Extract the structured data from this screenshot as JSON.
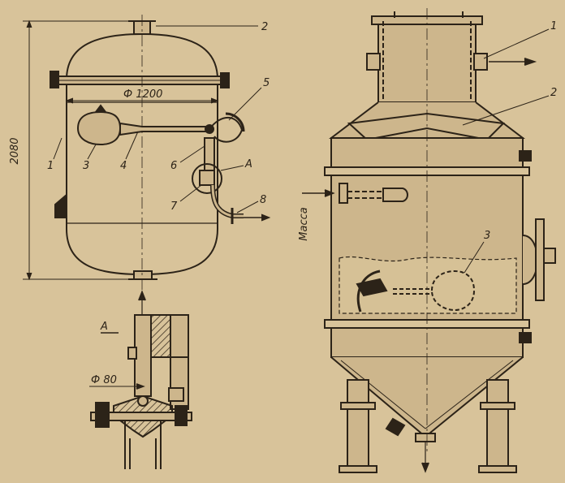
{
  "colors": {
    "paper": "#d8c39a",
    "ink": "#2c2318",
    "inner": "#cdb68c",
    "hatch": "#3a2e20"
  },
  "left_drawing": {
    "height_dim": "2080",
    "diameter_dim": "Ф 1200",
    "callouts": [
      "1",
      "2",
      "3",
      "4",
      "5",
      "6",
      "7",
      "8",
      "A"
    ]
  },
  "detail_view": {
    "label": "A",
    "diameter_dim": "Ф 80"
  },
  "right_drawing": {
    "inlet_label": "Масса",
    "callouts": [
      "1",
      "2",
      "3"
    ]
  }
}
